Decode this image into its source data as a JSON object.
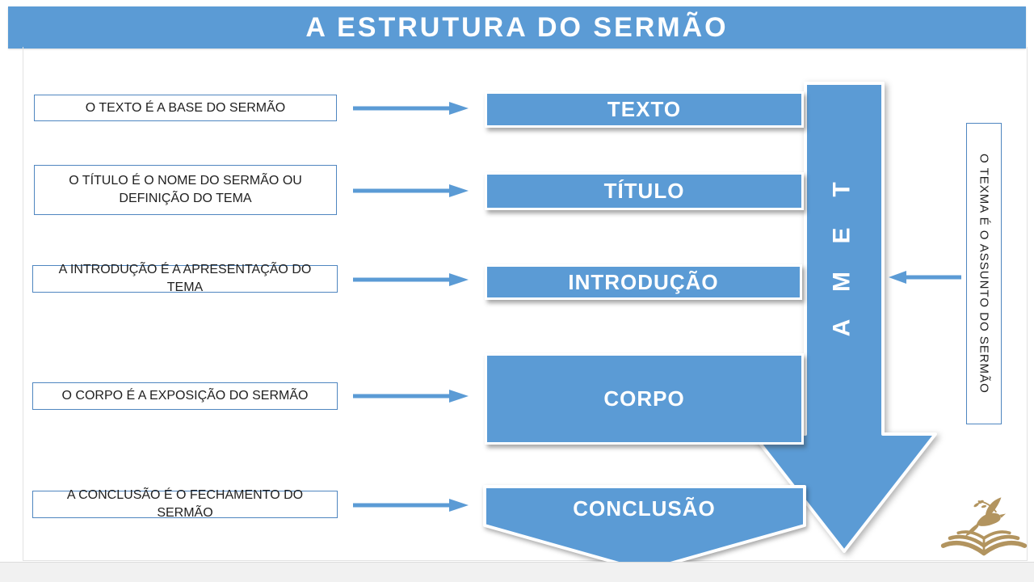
{
  "slide": {
    "title": "A ESTRUTURA DO SERMÃO",
    "accent_color": "#5b9bd5",
    "logo_color": "#b2945f"
  },
  "left_notes": [
    "O TEXTO É A BASE DO SERMÃO",
    "O TÍTULO É O NOME DO SERMÃO OU DEFINIÇÃO DO TEMA",
    "A INTRODUÇÃO É A APRESENTAÇÃO DO TEMA",
    "O CORPO É A EXPOSIÇÃO DO SERMÃO",
    "A CONCLUSÃO É O FECHAMENTO DO SERMÃO"
  ],
  "stages": [
    "TEXTO",
    "TÍTULO",
    "INTRODUÇÃO",
    "CORPO",
    "CONCLUSÃO"
  ],
  "tema_arrow": {
    "letters": [
      "T",
      "E",
      "M",
      "A"
    ]
  },
  "side_note": "O TEXMA É O ASSUNTO DO SERMÃO"
}
